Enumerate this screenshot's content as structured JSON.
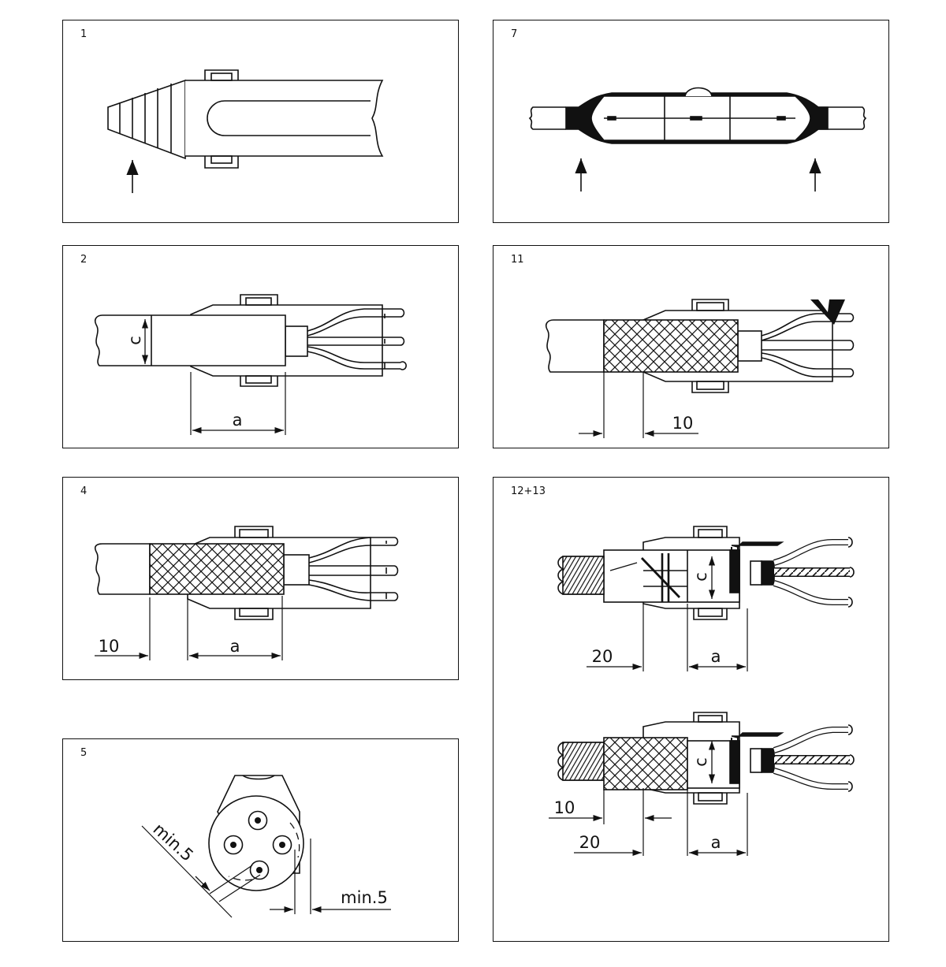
{
  "panels": [
    {
      "id": "p1",
      "number": "1"
    },
    {
      "id": "p7",
      "number": "7"
    },
    {
      "id": "p2",
      "number": "2",
      "labels": {
        "c": "c",
        "a": "a"
      }
    },
    {
      "id": "p11",
      "number": "11",
      "labels": {
        "ten": "10"
      }
    },
    {
      "id": "p4",
      "number": "4",
      "labels": {
        "ten": "10",
        "a": "a"
      }
    },
    {
      "id": "p12",
      "number": "12+13",
      "labels": {
        "c_top": "c",
        "twenty_top": "20",
        "a_top": "a",
        "c_bottom": "c",
        "ten_bottom": "10",
        "twenty_bottom": "20",
        "a_bottom": "a"
      }
    },
    {
      "id": "p5",
      "number": "5",
      "labels": {
        "min_left": "min.5",
        "min_right": "min.5"
      }
    }
  ]
}
